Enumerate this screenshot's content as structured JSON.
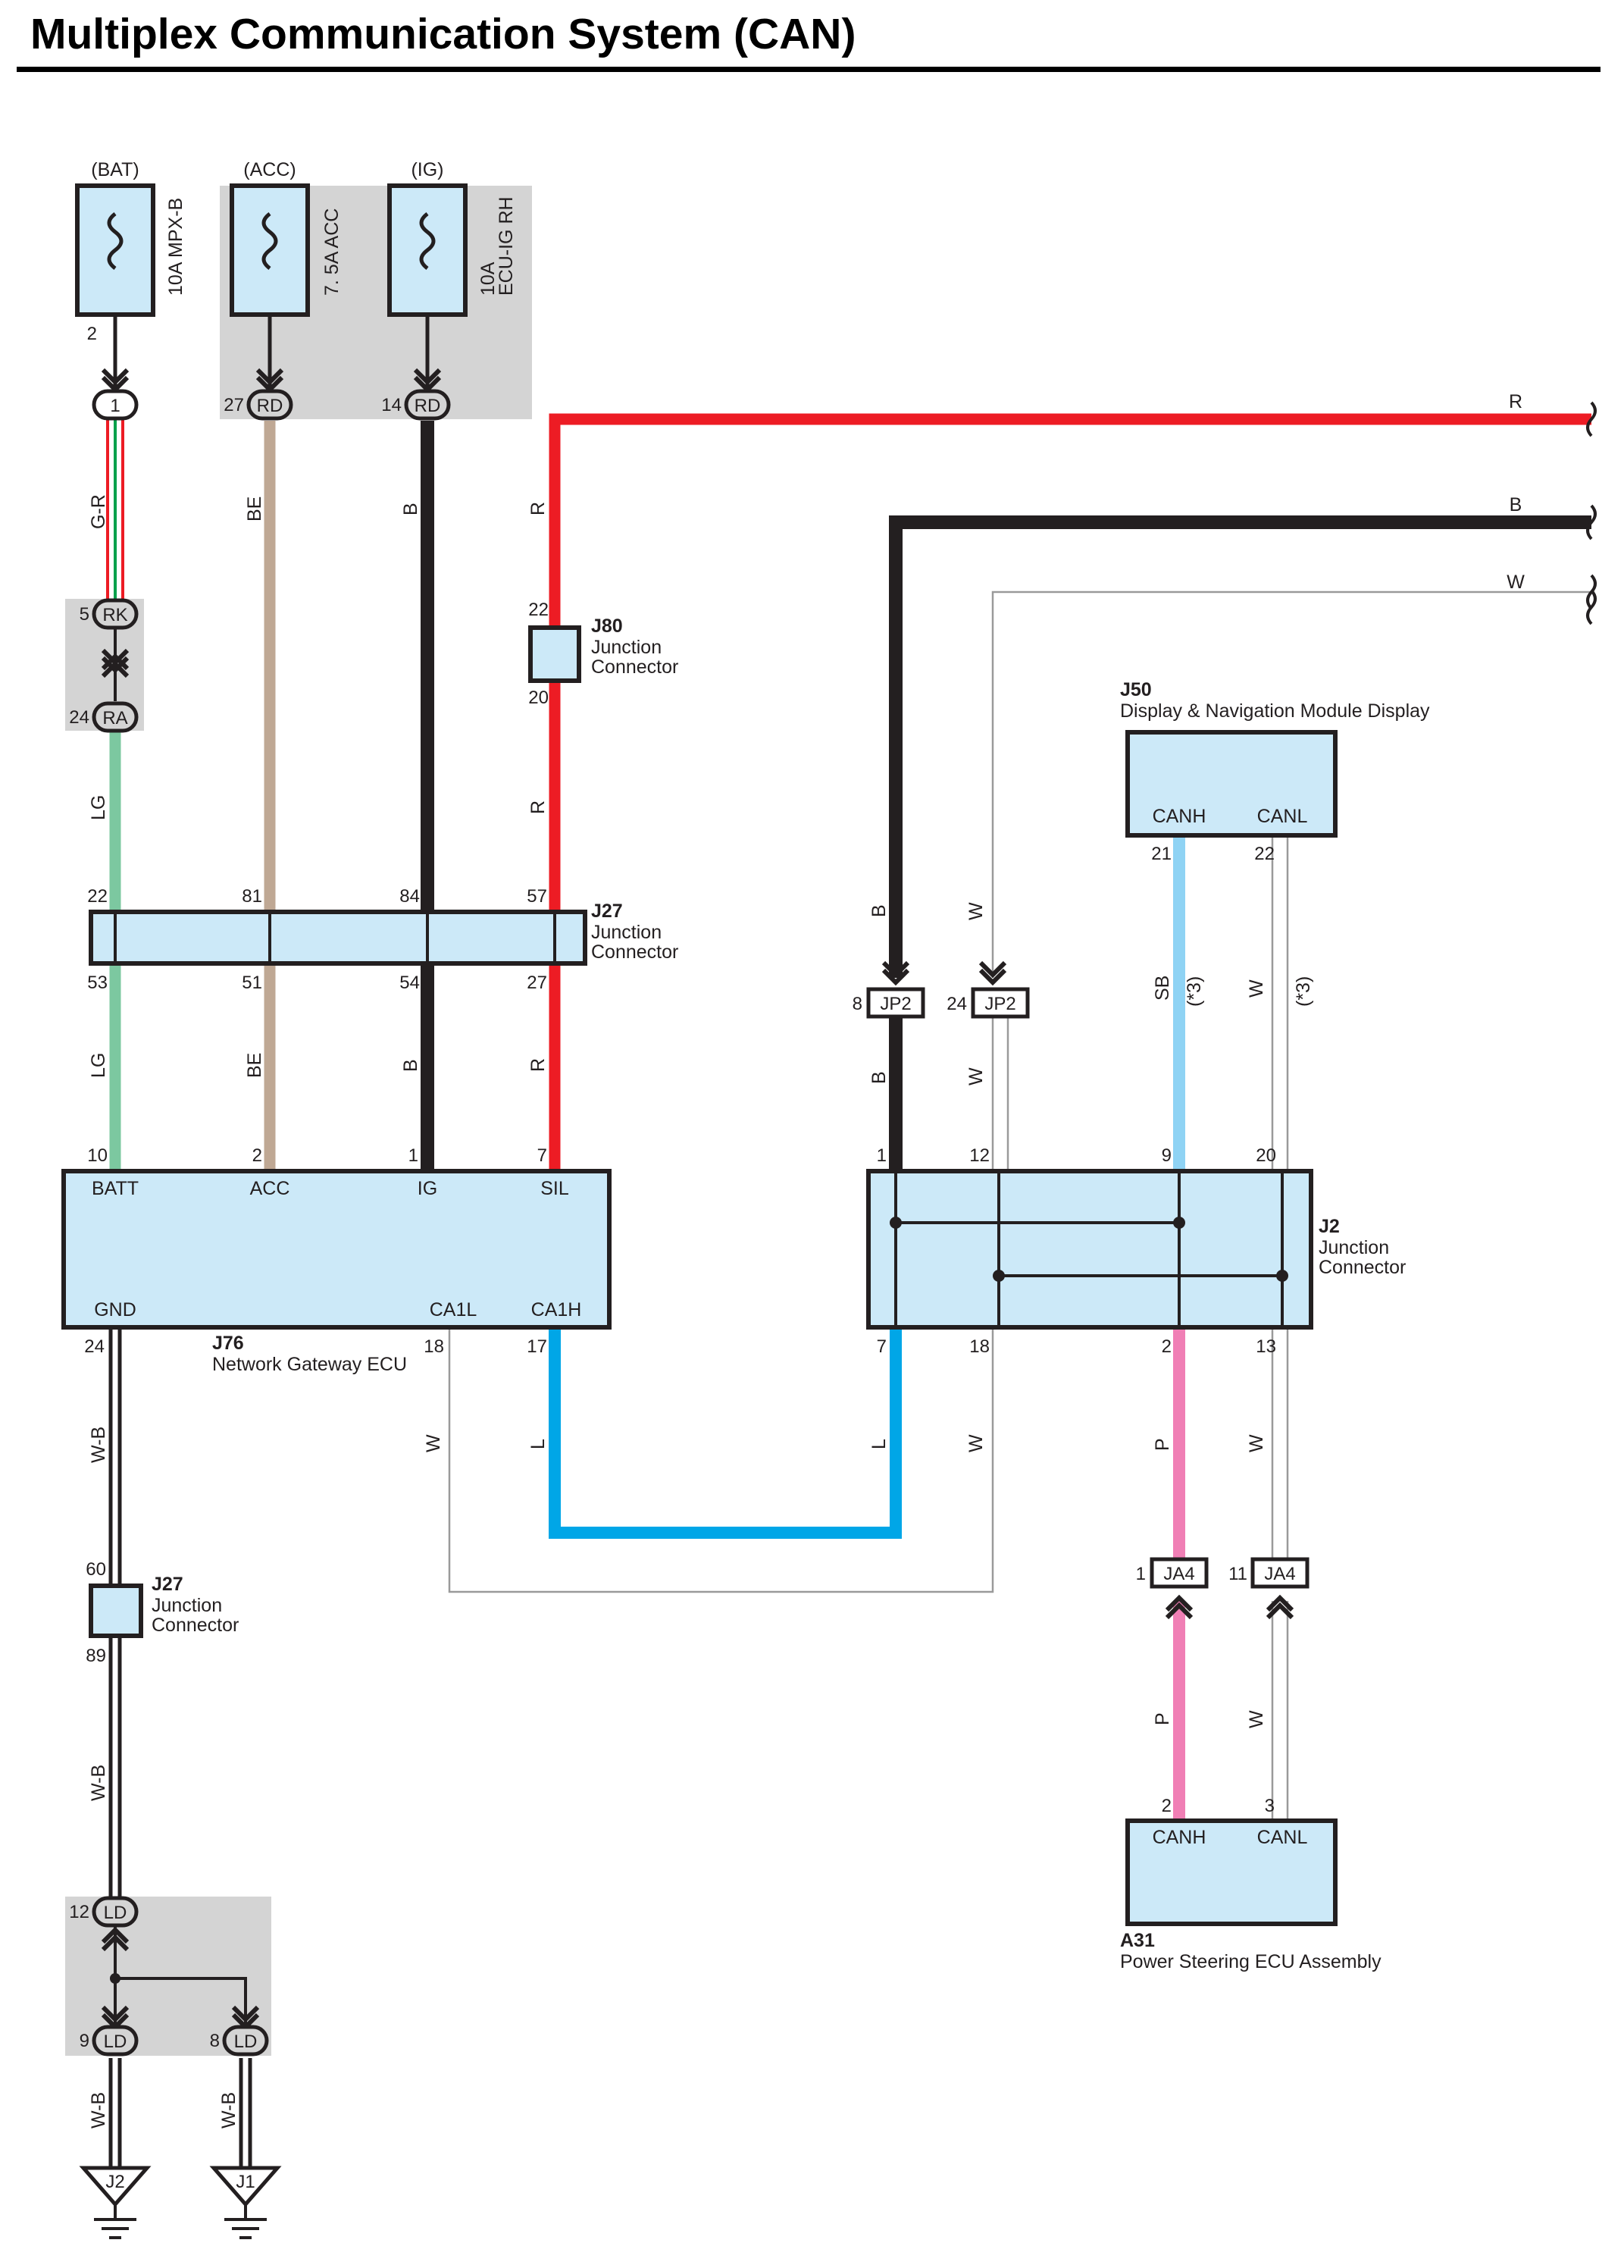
{
  "title": "Multiplex Communication System (CAN)",
  "colors": {
    "red": "#ed1c24",
    "black": "#231f20",
    "beige": "#bfa894",
    "lightgreen": "#7cc8a0",
    "lightblue": "#8fd3f4",
    "blue": "#00a6e7",
    "pink": "#f07fb5",
    "green": "#00a14b",
    "box_fill": "#cce9f8",
    "shade": "#d4d4d4",
    "white_wire": "#ffffff"
  },
  "power": {
    "bat_label": "(BAT)",
    "acc_label": "(ACC)",
    "ig_label": "(IG)",
    "fuse_bat": "10A MPX-B",
    "fuse_acc": "7. 5A ACC",
    "fuse_ig_1": "10A",
    "fuse_ig_2": "ECU-IG RH"
  },
  "pins": {
    "bat_2": "2",
    "acc_27": "27",
    "ig_14": "14",
    "rk_5": "5",
    "ra_24": "24",
    "j80_22": "22",
    "j80_20": "20",
    "j27_22": "22",
    "j27_81": "81",
    "j27_84": "84",
    "j27_57": "57",
    "j27_53": "53",
    "j27_51": "51",
    "j27_54": "54",
    "j27_27": "27",
    "j76_10": "10",
    "j76_2": "2",
    "j76_1": "1",
    "j76_7": "7",
    "j76_24": "24",
    "j76_18": "18",
    "j76_17": "17",
    "jp2_8": "8",
    "jp2_24": "24",
    "j50_21": "21",
    "j50_22": "22",
    "j2_1": "1",
    "j2_12": "12",
    "j2_9": "9",
    "j2_20": "20",
    "j2_7": "7",
    "j2_18": "18",
    "j2_2": "2",
    "j2_13": "13",
    "ja4_1": "1",
    "ja4_11": "11",
    "a31_2": "2",
    "a31_3": "3",
    "j27b_60": "60",
    "j27b_89": "89",
    "ld_12": "12",
    "ld_9": "9",
    "ld_8": "8"
  },
  "connectors": {
    "c1": "1",
    "rd1": "RD",
    "rd2": "RD",
    "rk": "RK",
    "ra": "RA",
    "jp2a": "JP2",
    "jp2b": "JP2",
    "ja4a": "JA4",
    "ja4b": "JA4",
    "ld1": "LD",
    "ld2": "LD",
    "ld3": "LD",
    "gnd_j2": "J2",
    "gnd_j1": "J1"
  },
  "wire_colors": {
    "gr": "G-R",
    "be1": "BE",
    "b1": "B",
    "r1": "R",
    "lg1": "LG",
    "r2": "R",
    "lg2": "LG",
    "be2": "BE",
    "b2": "B",
    "r3": "R",
    "b3": "B",
    "w1": "W",
    "b4": "B",
    "w2": "W",
    "sb": "SB",
    "star3a": "(*3)",
    "w3": "W",
    "star3b": "(*3)",
    "wb1": "W-B",
    "w4": "W",
    "l1": "L",
    "l2": "L",
    "w5": "W",
    "p1": "P",
    "w6": "W",
    "p2": "P",
    "w7": "W",
    "wb2": "W-B",
    "wb3": "W-B",
    "wb4": "W-B",
    "right_r": "R",
    "right_b": "B",
    "right_w": "W"
  },
  "components": {
    "j80_id": "J80",
    "j80_name1": "Junction",
    "j80_name2": "Connector",
    "j27_id": "J27",
    "j27_name1": "Junction",
    "j27_name2": "Connector",
    "j76_id": "J76",
    "j76_name": "Network Gateway ECU",
    "j76_batt": "BATT",
    "j76_acc": "ACC",
    "j76_ig": "IG",
    "j76_sil": "SIL",
    "j76_gnd": "GND",
    "j76_ca1l": "CA1L",
    "j76_ca1h": "CA1H",
    "j50_id": "J50",
    "j50_name": "Display & Navigation Module Display",
    "j50_canh": "CANH",
    "j50_canl": "CANL",
    "j2_id": "J2",
    "j2_name1": "Junction",
    "j2_name2": "Connector",
    "a31_id": "A31",
    "a31_name": "Power Steering ECU Assembly",
    "a31_canh": "CANH",
    "a31_canl": "CANL",
    "j27b_id": "J27",
    "j27b_name1": "Junction",
    "j27b_name2": "Connector"
  }
}
